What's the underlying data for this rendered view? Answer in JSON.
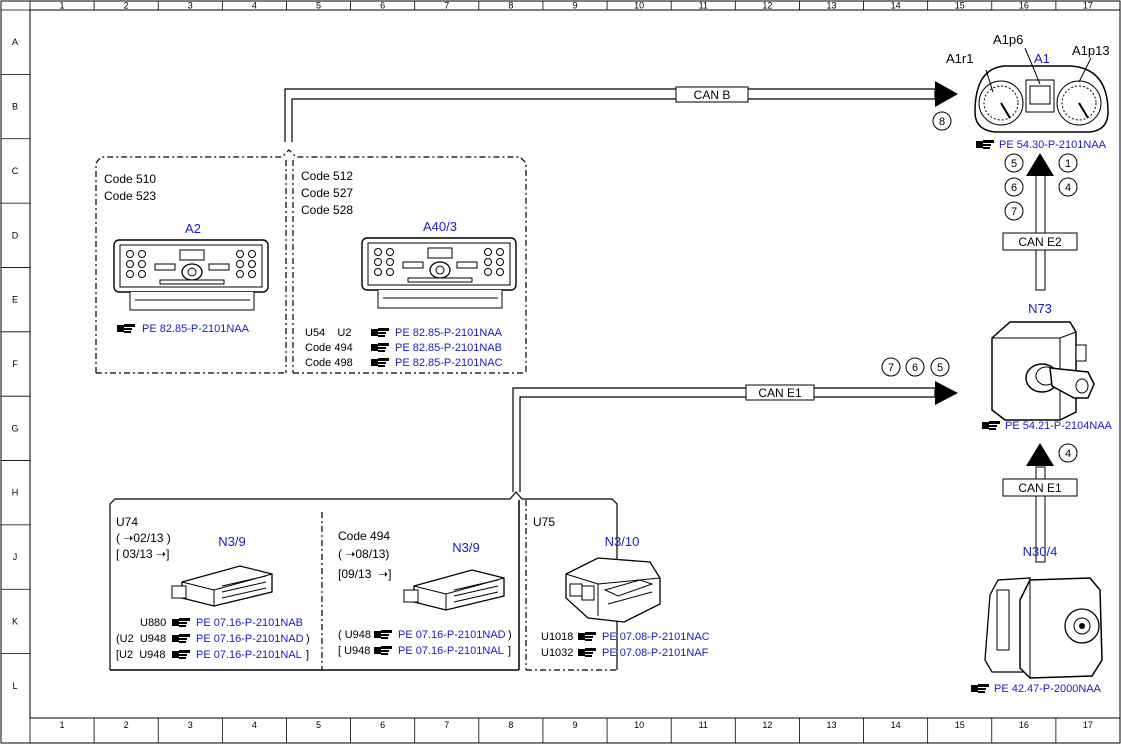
{
  "grid": {
    "columns": [
      "1",
      "2",
      "3",
      "4",
      "5",
      "6",
      "7",
      "8",
      "9",
      "10",
      "11",
      "12",
      "13",
      "14",
      "15",
      "16",
      "17"
    ],
    "rows": [
      "A",
      "B",
      "C",
      "D",
      "E",
      "F",
      "G",
      "H",
      "J",
      "K",
      "L"
    ]
  },
  "buses": {
    "can_b": "CAN B",
    "can_e1": "CAN E1",
    "can_e2": "CAN E2",
    "can_e1_lower": "CAN E1"
  },
  "cluster": {
    "id": "A1",
    "sub_left": "A1r1",
    "sub_mid": "A1p6",
    "sub_right": "A1p13",
    "ref": "PE 54.30-P-2101NAA"
  },
  "radio_a2": {
    "codes": [
      "Code 510",
      "Code 523"
    ],
    "id": "A2",
    "ref": "PE 82.85-P-2101NAA"
  },
  "radio_a40": {
    "codes": [
      "Code 512",
      "Code 527",
      "Code 528"
    ],
    "id": "A40/3",
    "refs": [
      {
        "code": "U54    U2",
        "ref": "PE 82.85-P-2101NAA"
      },
      {
        "code": "Code 494",
        "ref": "PE 82.85-P-2101NAB"
      },
      {
        "code": "Code 498",
        "ref": "PE 82.85-P-2101NAC"
      }
    ]
  },
  "ignition": {
    "id": "N73",
    "ref": "PE 54.21-P-2104NAA"
  },
  "esp": {
    "id": "N30/4",
    "ref": "PE 42.47-P-2000NAA"
  },
  "ecu_u74": {
    "code": "U74",
    "date1": "( ➝02/13 )",
    "date2": "[ 03/13 ➝]",
    "id": "N3/9",
    "refs": [
      {
        "code": "U880",
        "ref": "PE 07.16-P-2101NAB",
        "close": ""
      },
      {
        "code": "(U2  U948",
        "ref": "PE 07.16-P-2101NAD",
        "close": ")"
      },
      {
        "code": "[U2  U948",
        "ref": "PE 07.16-P-2101NAL",
        "close": "]"
      }
    ]
  },
  "ecu_494": {
    "code": "Code 494",
    "date1": "( ➝08/13)",
    "date2": "[09/13  ➝]",
    "id": "N3/9",
    "refs": [
      {
        "code": "( U948",
        "ref": "PE 07.16-P-2101NAD",
        "close": ")"
      },
      {
        "code": "[ U948",
        "ref": "PE 07.16-P-2101NAL",
        "close": "]"
      }
    ]
  },
  "ecu_u75": {
    "code": "U75",
    "id": "N3/10",
    "refs": [
      {
        "code": "U1018",
        "ref": "PE 07.08-P-2101NAC"
      },
      {
        "code": "U1032",
        "ref": "PE 07.08-P-2101NAF"
      }
    ]
  },
  "markers": {
    "m8": "8",
    "can_e2_left": [
      "5",
      "6",
      "7"
    ],
    "can_e2_right": [
      "1",
      "4"
    ],
    "can_e1_top": [
      "7",
      "6",
      "5"
    ],
    "can_e1_lower": "4"
  },
  "colors": {
    "ref_blue": "#1a1acc",
    "line": "#000000"
  }
}
